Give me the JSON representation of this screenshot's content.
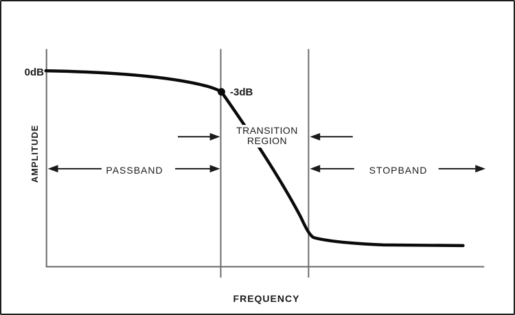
{
  "figure": {
    "type": "low-pass filter frequency response diagram",
    "y_axis_label": "AMPLITUDE",
    "x_axis_label": "FREQUENCY",
    "reference_level_label": "0dB",
    "cutoff_point_label": "-3dB",
    "regions": [
      {
        "name": "passband",
        "label": "PASSBAND"
      },
      {
        "name": "transition",
        "label_line1": "TRANSITION",
        "label_line2": "REGION"
      },
      {
        "name": "stopband",
        "label": "STOPBAND"
      }
    ],
    "curve": {
      "description": "response starts flat at 0dB in the passband, passes through the -3dB point at the cutoff line, falls steeply across the transition region, then levels off low in the stopband"
    },
    "colors": {
      "background": "#ffffff",
      "border": "#1c1c1c",
      "axis_line": "#666666",
      "curve": "#0a0a0a",
      "arrow": "#1a1a1a",
      "text": "#1a1a1a"
    }
  }
}
